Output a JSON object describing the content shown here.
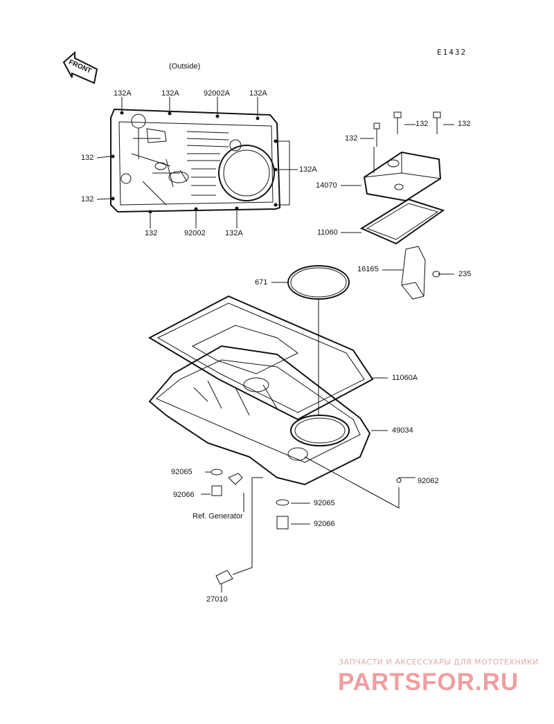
{
  "diagram_code": "E1432",
  "front_arrow": "FRONT",
  "outside_note": "(Outside)",
  "labels": {
    "l132A_1": "132A",
    "l132A_2": "132A",
    "l92002A": "92002A",
    "l132A_3": "132A",
    "l132_left1": "132",
    "l132A_right": "132A",
    "l132_left2": "132",
    "l132_bot": "132",
    "l92002": "92002",
    "l132A_bot": "132A",
    "l132_cap1": "132",
    "l132_cap2": "132",
    "l132_cap3": "132",
    "l14070": "14070",
    "l11060": "11060",
    "l16165": "16165",
    "l235": "235",
    "l671": "671",
    "l11060A": "11060A",
    "l49034": "49034",
    "l92065_left": "92065",
    "l92066_left": "92066",
    "l92062": "92062",
    "l92065_right": "92065",
    "l92066_right": "92066",
    "ref_generator": "Ref. Generator",
    "l27010": "27010"
  },
  "watermark": {
    "line1": "ЗАПЧАСТИ И АКСЕССУАРЫ ДЛЯ МОТОТЕХНИКИ",
    "line2": "PARTSFOR.RU"
  }
}
